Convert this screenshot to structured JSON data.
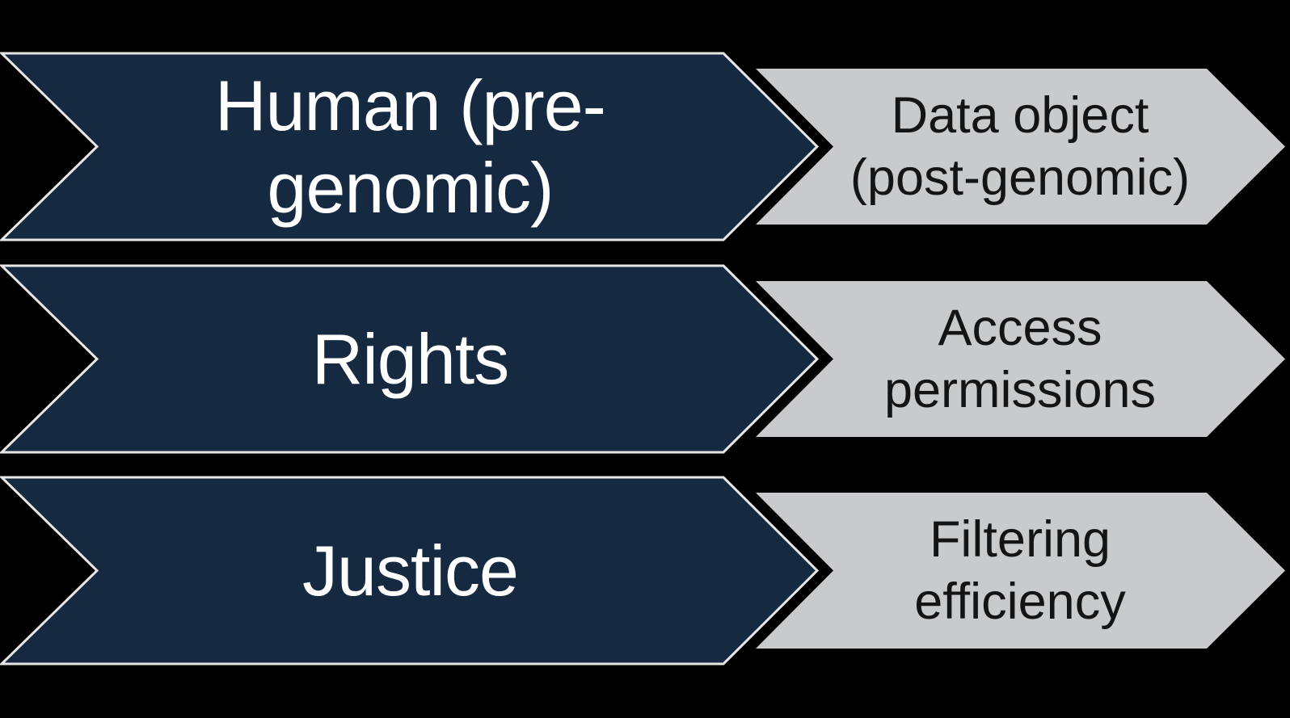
{
  "colors": {
    "background": "#000000",
    "navy_fill": "#152A41",
    "navy_outline": "#E9E7E6",
    "navy_text": "#FFFFFF",
    "gray_fill": "#C9CACB",
    "gray_text": "#141414"
  },
  "rows": [
    {
      "left_label": "Human (pre-\ngenomic)",
      "right_label": "Data object\n(post-genomic)"
    },
    {
      "left_label": "Rights",
      "right_label": "Access\npermissions"
    },
    {
      "left_label": "Justice",
      "right_label": "Filtering\nefficiency"
    }
  ]
}
